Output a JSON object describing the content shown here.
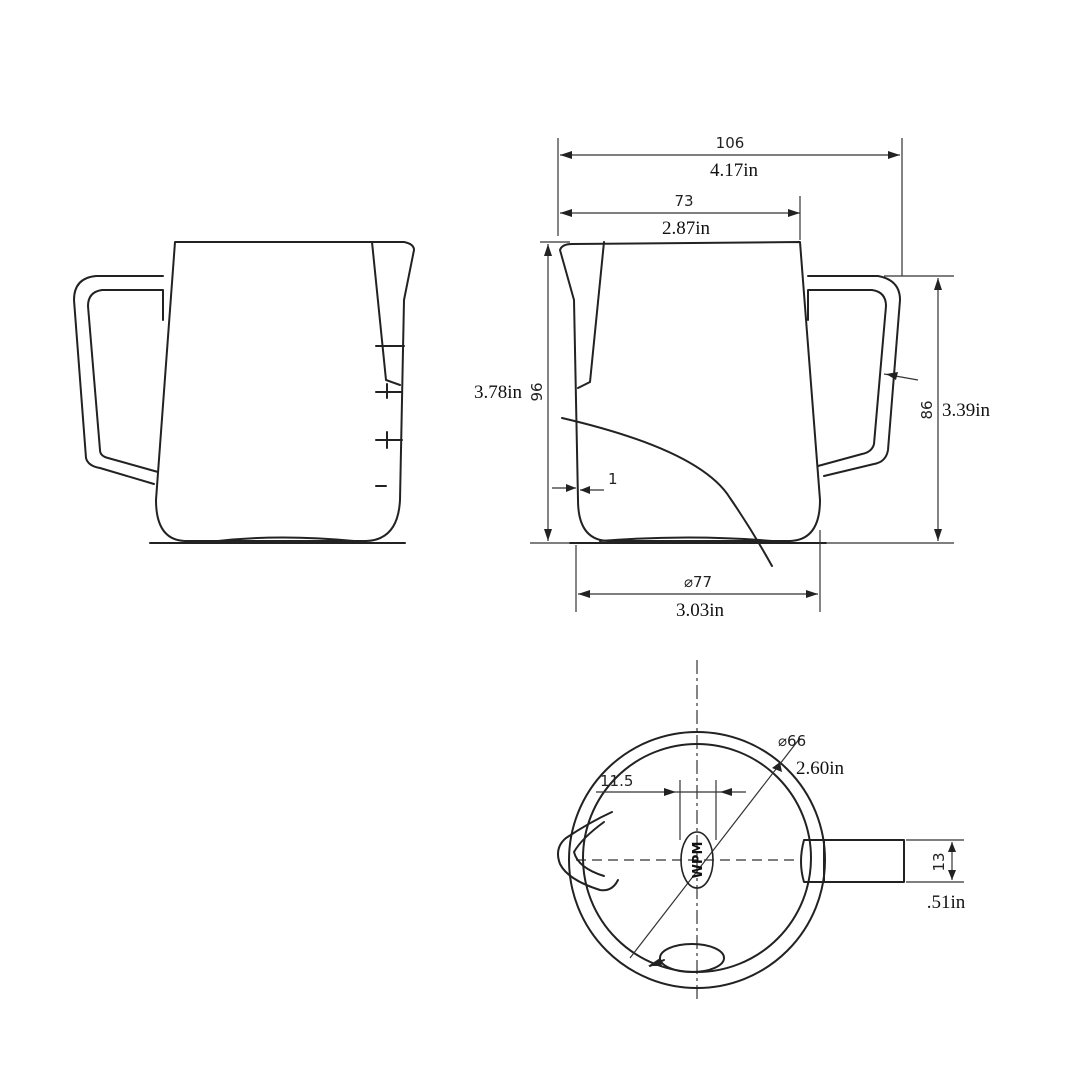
{
  "dimensions": {
    "overall_width": {
      "mm": "106",
      "in": "4.17in"
    },
    "body_width": {
      "mm": "73",
      "in": "2.87in"
    },
    "height": {
      "mm": "96",
      "in": "3.78in"
    },
    "handle_height": {
      "mm": "86",
      "in": "3.39in"
    },
    "wall_thickness": {
      "mm": "1"
    },
    "base_diameter": {
      "mm": "⌀77",
      "in": "3.03in"
    },
    "top_diameter": {
      "mm": "⌀66",
      "in": "2.60in"
    },
    "spout_offset": {
      "mm": "11.5"
    },
    "handle_thickness": {
      "mm": "13",
      "in": ".51in"
    }
  },
  "logo": {
    "letters": "WPM"
  }
}
